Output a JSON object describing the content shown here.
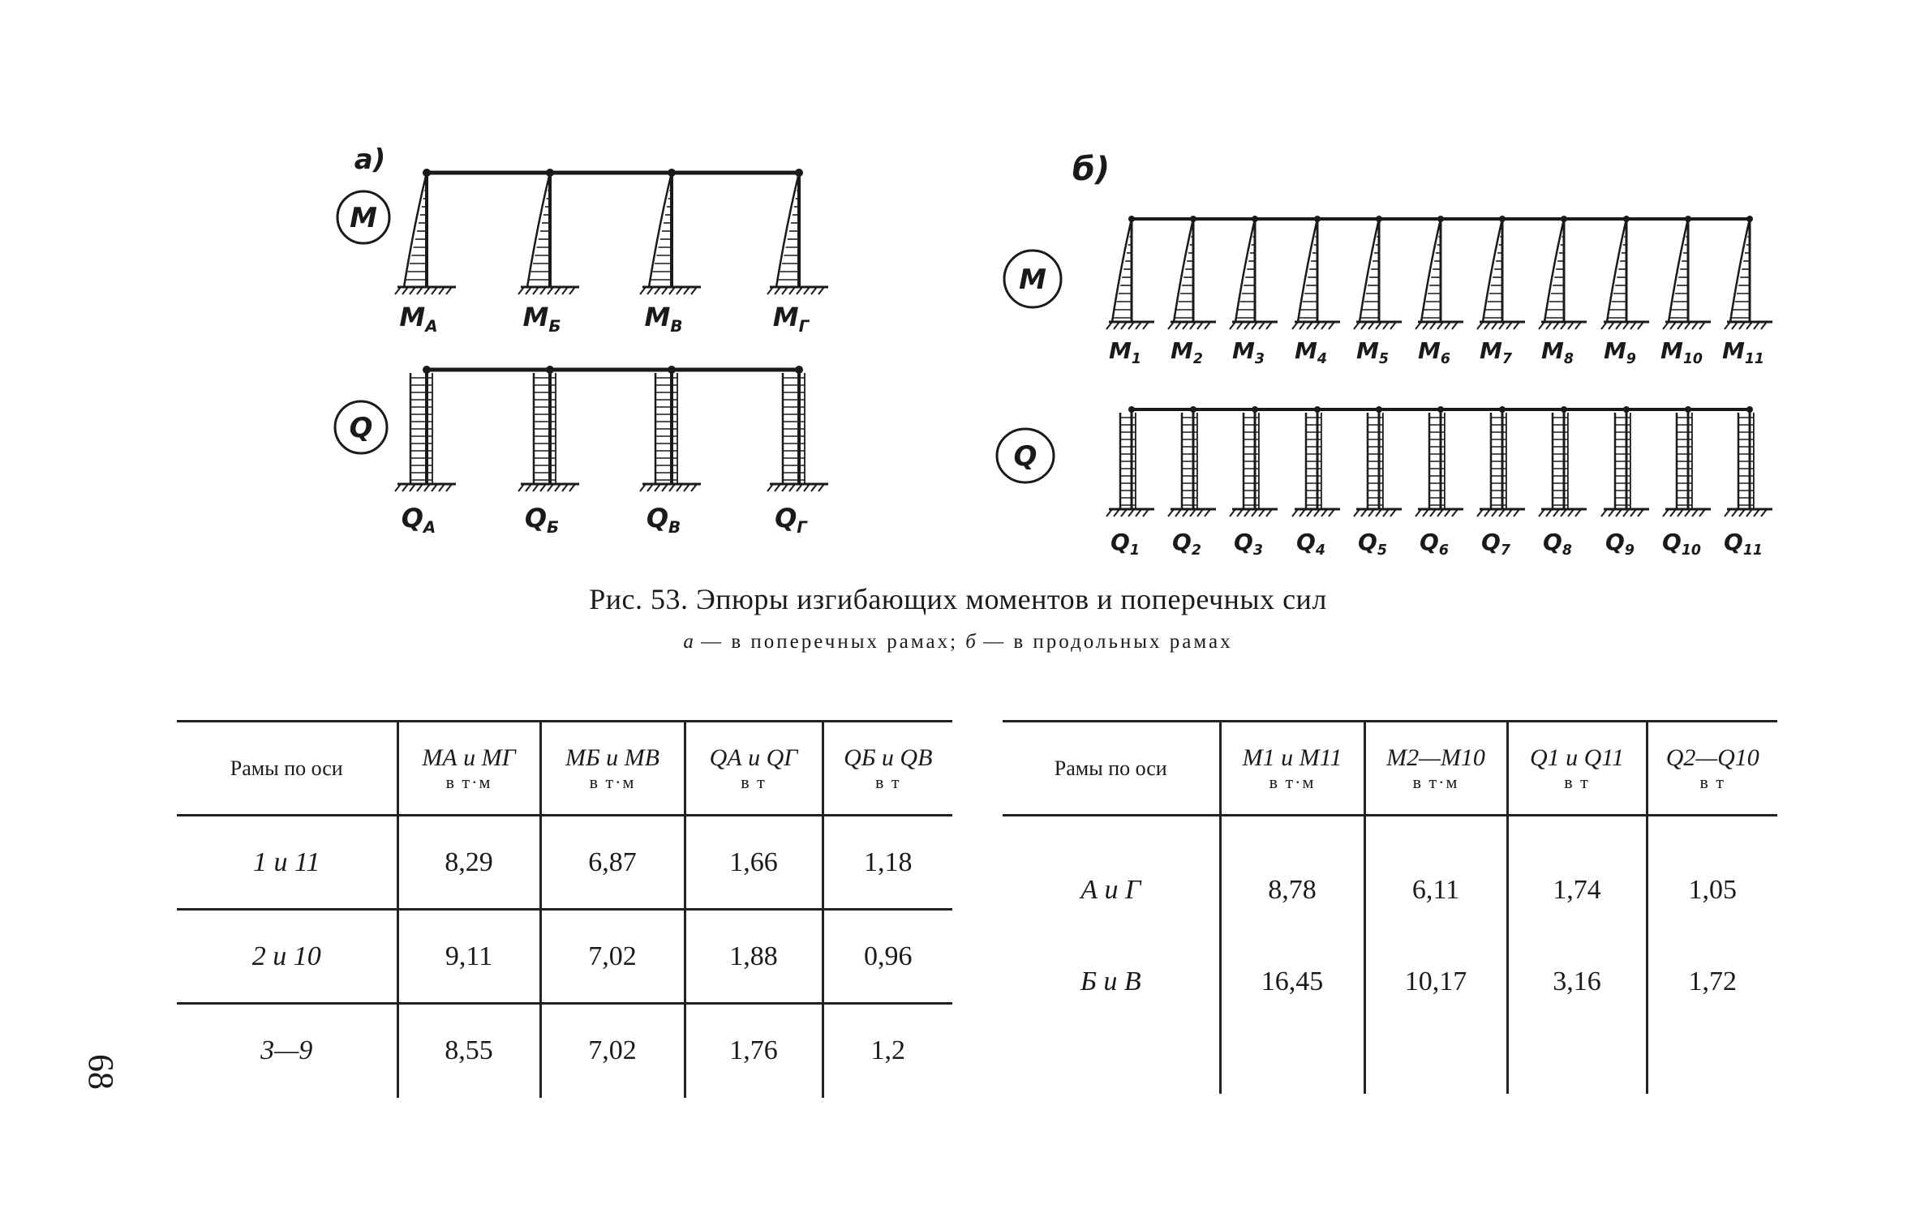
{
  "figure": {
    "panel_a": {
      "label": "а)",
      "frame_count": 4,
      "moment_badge": "M",
      "shear_badge": "Q",
      "moment_labels": [
        "MА",
        "MБ",
        "MВ",
        "MГ"
      ],
      "shear_labels": [
        "QА",
        "QБ",
        "QВ",
        "QГ"
      ]
    },
    "panel_b": {
      "label": "б)",
      "frame_count": 11,
      "moment_badge": "M",
      "shear_badge": "Q",
      "moment_labels": [
        "M1",
        "M2",
        "M3",
        "M4",
        "M5",
        "M6",
        "M7",
        "M8",
        "M9",
        "M10",
        "M11"
      ],
      "shear_labels": [
        "Q1",
        "Q2",
        "Q3",
        "Q4",
        "Q5",
        "Q6",
        "Q7",
        "Q8",
        "Q9",
        "Q10",
        "Q11"
      ]
    },
    "caption_title": "Рис. 53. Эпюры изгибающих моментов и поперечных сил",
    "caption_sub_a": "а",
    "caption_sub_a_text": " — в поперечных рамах; ",
    "caption_sub_b": "б",
    "caption_sub_b_text": " — в продольных рамах"
  },
  "table_a": {
    "headers": [
      {
        "main": "Рамы по оси",
        "unit": ""
      },
      {
        "main": "MА и MГ",
        "unit": "в т·м"
      },
      {
        "main": "MБ и MВ",
        "unit": "в т·м"
      },
      {
        "main": "QА и QГ",
        "unit": "в т"
      },
      {
        "main": "QБ и QВ",
        "unit": "в т"
      }
    ],
    "rows": [
      [
        "1 и 11",
        "8,29",
        "6,87",
        "1,66",
        "1,18"
      ],
      [
        "2 и 10",
        "9,11",
        "7,02",
        "1,88",
        "0,96"
      ],
      [
        "3—9",
        "8,55",
        "7,02",
        "1,76",
        "1,2"
      ]
    ]
  },
  "table_b": {
    "headers": [
      {
        "main": "Рамы по оси",
        "unit": ""
      },
      {
        "main": "M1 и M11",
        "unit": "в т·м"
      },
      {
        "main": "M2—M10",
        "unit": "в т·м"
      },
      {
        "main": "Q1 и Q11",
        "unit": "в т"
      },
      {
        "main": "Q2—Q10",
        "unit": "в т"
      }
    ],
    "rows": [
      [
        "А и Г",
        "8,78",
        "6,11",
        "1,74",
        "1,05"
      ],
      [
        "Б и В",
        "16,45",
        "10,17",
        "3,16",
        "1,72"
      ]
    ]
  },
  "page_number": "68"
}
